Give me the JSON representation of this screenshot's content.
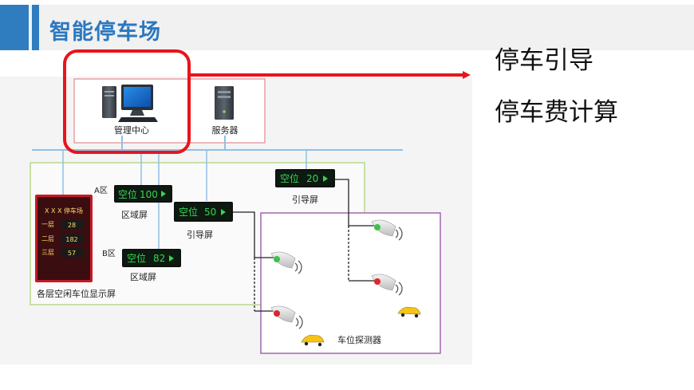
{
  "title": "智能停车场",
  "features": [
    "停车引导",
    "停车费计算"
  ],
  "diagram": {
    "management": "管理中心",
    "server": "服务器",
    "zone_a": "A区",
    "zone_b": "B区",
    "region_screen_a": "区域屏",
    "region_screen_b": "区域屏",
    "guide_screen_mid": "引导屏",
    "guide_screen_top": "引导屏",
    "floor_display_label": "各层空闲车位显示屏",
    "detector_label": "车位探测器",
    "floor_board": {
      "header": "X X X 停车场",
      "rows": [
        {
          "floor": "一层",
          "count": "28"
        },
        {
          "floor": "二层",
          "count": "182"
        },
        {
          "floor": "三层",
          "count": "57"
        }
      ]
    },
    "led_signs": {
      "a": {
        "word": "空位",
        "num": "100"
      },
      "mid": {
        "word": "空位",
        "num": "50"
      },
      "top": {
        "word": "空位",
        "num": "20"
      },
      "b": {
        "word": "空位",
        "num": "82"
      }
    }
  },
  "colors": {
    "title_blue": "#2b78c0",
    "highlight_red": "#e8141c",
    "bus_blue": "#8fc0e6",
    "box_pink": "#e6a0a8",
    "box_green": "#b6d98a",
    "box_purple": "#a267ad",
    "led_green": "#39d455"
  }
}
